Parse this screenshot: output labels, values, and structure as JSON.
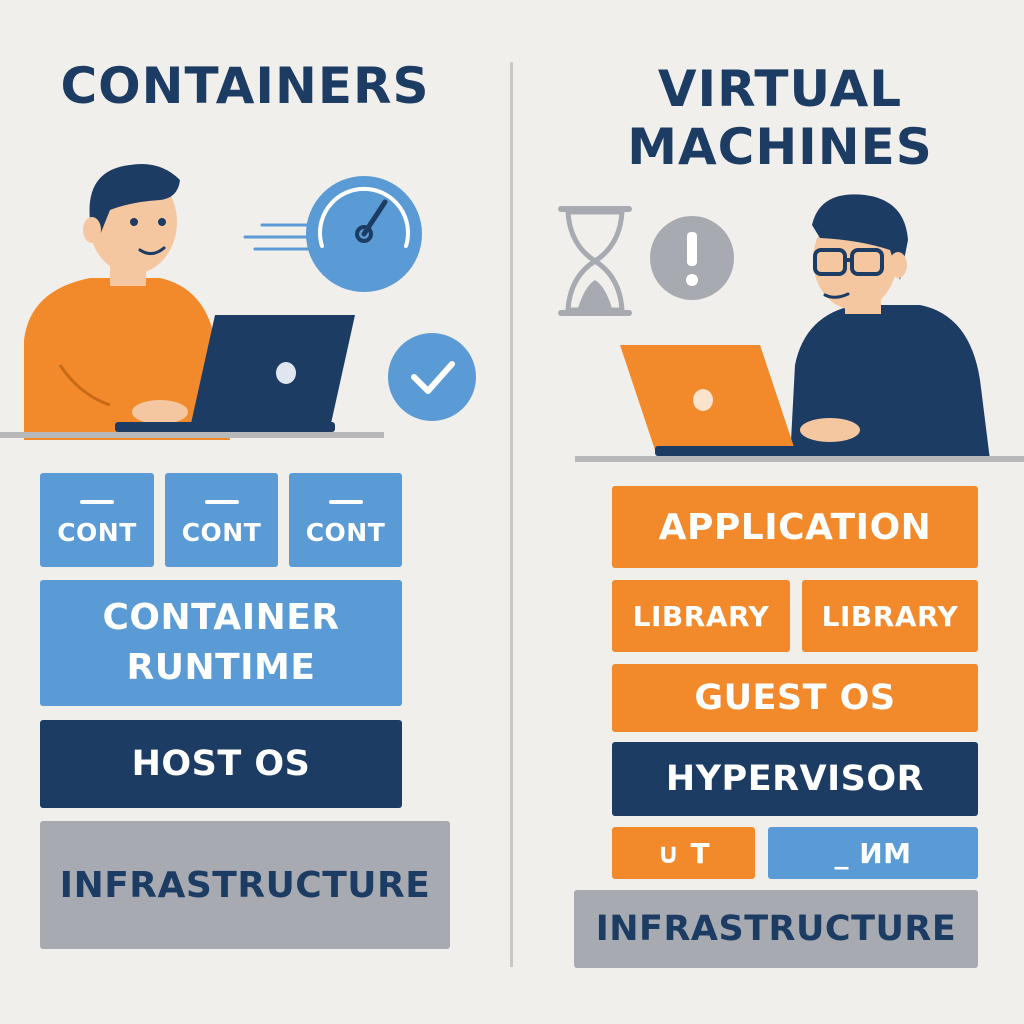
{
  "left": {
    "title": "CONTAINERS",
    "containers": [
      "CONT",
      "CONT",
      "CONT"
    ],
    "runtime": "CONTAINER\nRUNTIME",
    "host_os": "HOST OS",
    "infrastructure": "INFRASTRUCTURE",
    "icons": [
      "speedometer-icon",
      "checkmark-icon"
    ]
  },
  "right": {
    "title": "VIRTUAL\nMACHINES",
    "application": "APPLICATION",
    "libraries": [
      "LIBRARY",
      "LIBRARY"
    ],
    "guest_os": "GUEST OS",
    "hypervisor": "HYPERVISOR",
    "partial_blocks": [
      "∪ T",
      "_ ИM"
    ],
    "infrastructure": "INFRASTRUCTURE",
    "icons": [
      "hourglass-icon",
      "exclamation-icon"
    ]
  },
  "colors": {
    "blue": "#5b9bd5",
    "navy": "#1d3c63",
    "orange": "#f28a2c",
    "gray": "#a7abb1",
    "background": "#f1efeb"
  }
}
